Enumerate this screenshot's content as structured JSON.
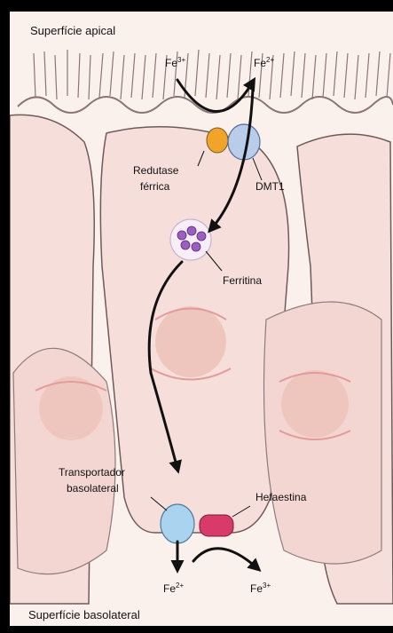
{
  "labels": {
    "apical_surface": "Superfície apical",
    "basolateral_surface": "Superfície basolateral",
    "fe3_top": "Fe",
    "fe3_top_sup": "3+",
    "fe2_top": "Fe",
    "fe2_top_sup": "2+",
    "reductase_line1": "Redutase",
    "reductase_line2": "férrica",
    "dmt1": "DMT1",
    "ferritin": "Ferritina",
    "transporter_line1": "Transportador",
    "transporter_line2": "basolateral",
    "hephaestin": "Hefaestina",
    "fe2_bottom": "Fe",
    "fe2_bottom_sup": "2+",
    "fe3_bottom": "Fe",
    "fe3_bottom_sup": "3+"
  },
  "colors": {
    "background": "#fbf1ec",
    "cell_fill": "#f6dedb",
    "cell_stroke": "#6f5a5a",
    "nucleus": "#efc6be",
    "reductase": "#f2a42a",
    "dmt1": "#b9cdea",
    "transporter": "#a9d3ef",
    "hephaestin": "#d83a6a",
    "ferritin": "#9b5fc0",
    "arrow": "#111111"
  }
}
